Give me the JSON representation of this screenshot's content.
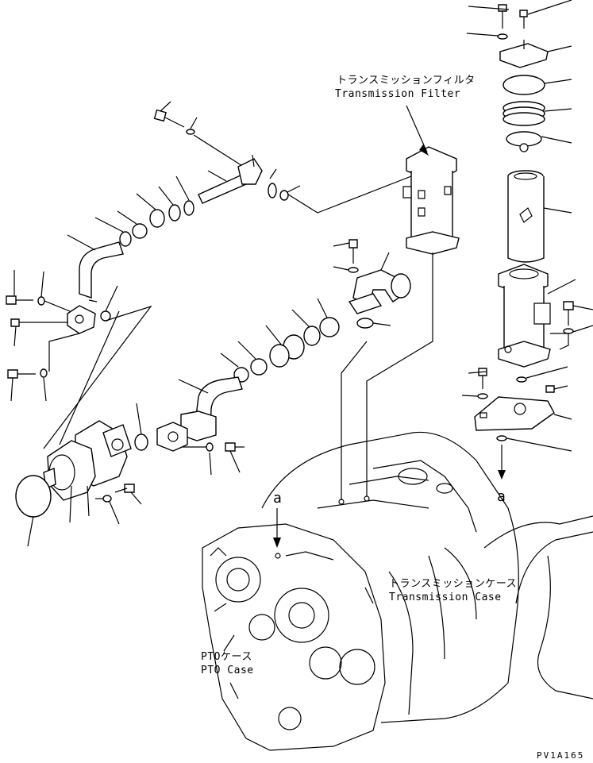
{
  "labels": {
    "filter_jp": "トランスミッションフィルタ",
    "filter_en": "Transmission Filter",
    "case_jp": "トランスミッションケース",
    "case_en": "Transmission Case",
    "pto_jp": "PTOケース",
    "pto_en": "PTO Case",
    "ref_a_left": "a",
    "ref_a_right": "a",
    "drawing_code": "PV1A165"
  }
}
